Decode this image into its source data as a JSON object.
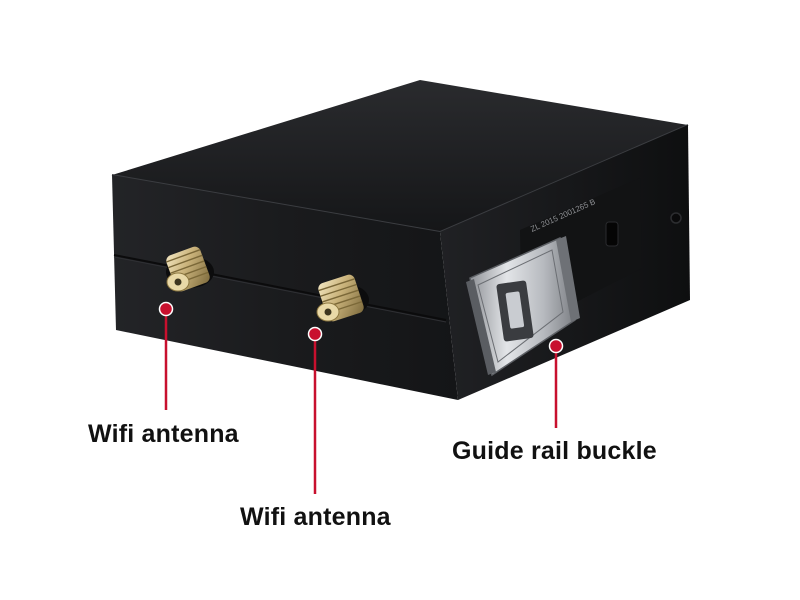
{
  "callouts": {
    "antenna_left": "Wifi antenna",
    "antenna_center": "Wifi antenna",
    "rail_buckle": "Guide rail buckle"
  },
  "device_markings": {
    "side_text": "ZL 2015 2001265 B"
  },
  "colors": {
    "background": "#ffffff",
    "callout_line": "#c8102e",
    "label_text": "#111111",
    "device_body": "#1b1c1e"
  }
}
